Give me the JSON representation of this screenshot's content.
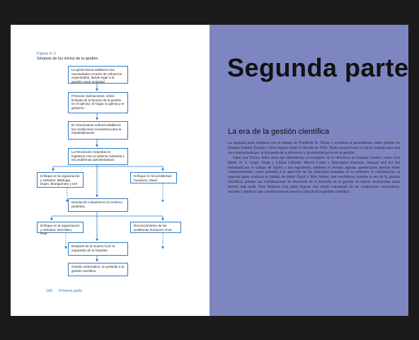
{
  "left_page": {
    "figure_label": "Figura 6–1",
    "figure_title": "Sinopsis de los inicios de la gestión",
    "boxes": [
      "La gente busca satisfacer sus necesidades a través de esfuerzos organizados, dando lugar a la gestión como actividad",
      "Primeras civilizaciones: visión limitada de la función de la gestión en el ejército, el hogar, la iglesia y el gobierno",
      "El renacimiento cultural estableció las condiciones necesarias para la industrialización",
      "La Revolución Industrial en Inglaterra crea el sistema industrial y los problemas administrativos",
      "Enfoque en la organización y métodos: Babbage, Dupin, Montgomery y Ure",
      "Enfoque en los problemas humanos: Owen",
      "Revolución Industrial en la América prebélica",
      "Enfoque en la organización y métodos: McCallum, Poor",
      "Reconocimiento de los problemas humanos: Poor",
      "Después de la Guerra Civil: la expansión de la industria",
      "Gestión sistemática: un preludio a la gestión científica"
    ],
    "page_number": "166",
    "part_label": "Primera parte"
  },
  "right_page": {
    "part_title": "Segunda parte",
    "section_heading": "La era de la gestión científica",
    "paragraph_1": "La segunda parte empieza con el trabajo de Frederick W. Taylor y examina el pensamiento sobre gestión en Estados Unidos, Europa y otros lugares hasta la década de 1930. Taylor proporcionó el mayor empuje para una era caracterizada por la búsqueda de la eficiencia y la sistematización en la gestión.",
    "paragraph_2": "Junto con Taylor, hubo otros que difundieron el evangelio de la eficiencia en Estados Unidos, como Carl Barth, H. L. Gantt, Frank y Lillian Gilbreth, Morris Cooke y Harrington Emerson. Aunque esta era fue dominada por el trabajo de Taylor y sus seguidores, también se revisan algunas aportaciones previas sobre comportamiento, como preludio a la aparición de las relaciones humanas en la industria. A continuación, la segunda parte examina el trabajo de Henri Fayol y Max Weber, que escribieron durante la era de la gestión científica, aunque sus contribuciones al desarrollo de la filosofía de la gestión no fueron reconocidas hasta mucho más tarde. Para finalizar, esta parte expone una visión conceptual de las condiciones económicas, sociales y políticas que constituyeron el entorno cultural de la gestión científica."
  },
  "colors": {
    "accent_blue": "#2f7bc4",
    "right_page_bg": "#7e86c2"
  }
}
